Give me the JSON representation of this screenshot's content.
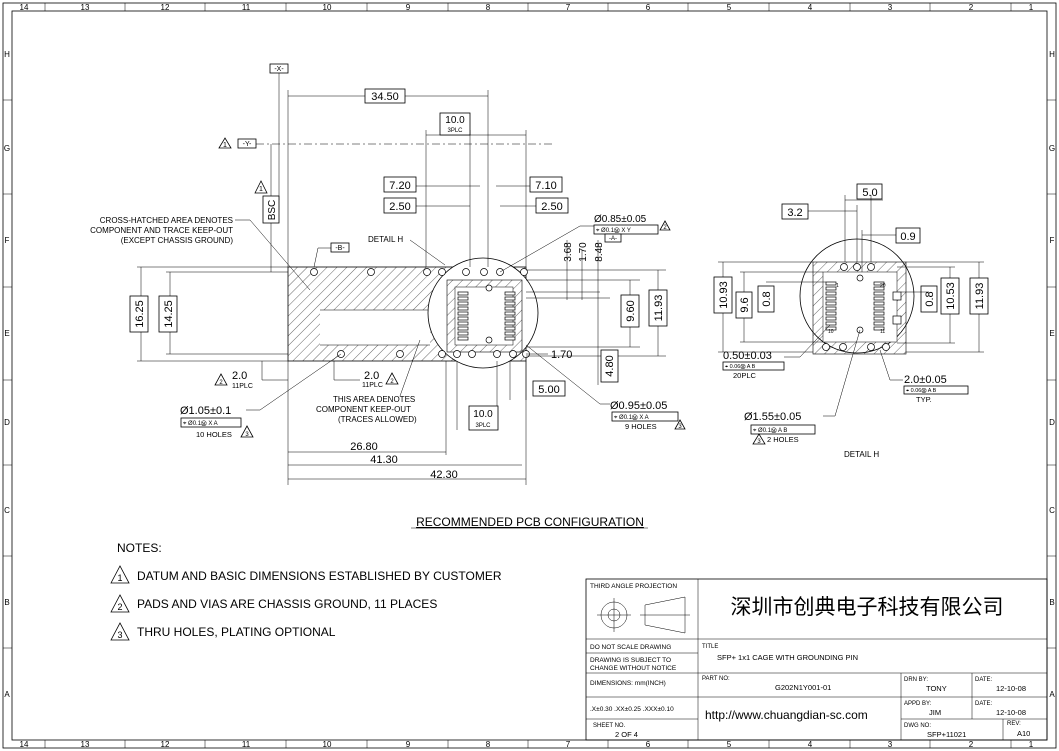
{
  "border": {
    "top_columns": [
      "14",
      "13",
      "12",
      "11",
      "10",
      "9",
      "8",
      "7",
      "6",
      "5",
      "4",
      "3",
      "2",
      "1"
    ],
    "bottom_columns": [
      "14",
      "13",
      "12",
      "11",
      "10",
      "9",
      "8",
      "7",
      "6",
      "5",
      "4",
      "3",
      "2",
      "1"
    ],
    "rows": [
      "H",
      "G",
      "F",
      "E",
      "D",
      "C",
      "B",
      "A"
    ]
  },
  "main_view": {
    "datum_x": "-X-",
    "datum_y": "-Y-",
    "datum_b": "-B-",
    "datum_a": "-A-",
    "bsc": "BSC",
    "flag1": "1",
    "flag2": "2",
    "flag3": "3",
    "dim_34_50": "34.50",
    "dim_10_0_top": "10.0",
    "dim_3plc_top": "3PLC",
    "dim_7_20": "7.20",
    "dim_7_10": "7.10",
    "dim_2_50_left": "2.50",
    "dim_2_50_right": "2.50",
    "dim_3_68": "3.68",
    "dim_1_70_v": "1.70",
    "dim_8_48": "8.48",
    "dim_16_25": "16.25",
    "dim_14_25": "14.25",
    "dim_9_60": "9.60",
    "dim_11_93": "11.93",
    "dim_1_70_h": "1.70",
    "dim_4_80": "4.80",
    "dim_5_00": "5.00",
    "dim_2_0_a": "2.0",
    "dim_11plc_a": "11PLC",
    "dim_2_0_b": "2.0",
    "dim_11plc_b": "11PLC",
    "dim_10_0_bot": "10.0",
    "dim_3plc_bot": "3PLC",
    "dim_26_80": "26.80",
    "dim_41_30": "41.30",
    "dim_42_30": "42.30",
    "hole_085": "Ø0.85±0.05",
    "fcf_085": "⌖ Ø0.1Ⓜ X Y",
    "hole_105": "Ø1.05±0.1",
    "fcf_105": "⌖ Ø0.1Ⓜ X A",
    "holes_10": "10 HOLES",
    "hole_095": "Ø0.95±0.05",
    "fcf_095": "⌖ Ø0.1Ⓜ X A",
    "holes_9": "9 HOLES",
    "note_hatched_1": "CROSS-HATCHED AREA DENOTES",
    "note_hatched_2": "COMPONENT AND TRACE KEEP-OUT",
    "note_hatched_3": "(EXCEPT CHASSIS GROUND)",
    "note_area_1": "THIS AREA DENOTES",
    "note_area_2": "COMPONENT KEEP-OUT",
    "note_area_3": "(TRACES ALLOWED)",
    "detail_h_label": "DETAIL  H",
    "caption": "RECOMMENDED  PCB  CONFIGURATION"
  },
  "detail_view": {
    "dim_5_0": "5.0",
    "dim_3_2": "3.2",
    "dim_0_9": "0.9",
    "dim_10_93": "10.93",
    "dim_9_6": "9.6",
    "dim_0_8_left": "0.8",
    "dim_0_8_right": "0.8",
    "dim_10_53": "10.53",
    "dim_11_93": "11.93",
    "pad_050": "0.50±0.03",
    "fcf_050": "⌖ 0.06Ⓜ A B",
    "plc_20": "20PLC",
    "pad_200": "2.0±0.05",
    "fcf_200": "⌖ 0.06Ⓜ A B",
    "typ": "TYP.",
    "hole_155": "Ø1.55±0.05",
    "fcf_155": "⌖ Ø0.1Ⓜ A B",
    "holes_2": "2  HOLES",
    "pin_1": "1",
    "pin_10": "10",
    "pin_11": "11",
    "pin_20": "20",
    "label": "DETAIL  H"
  },
  "notes": {
    "heading": "NOTES:",
    "items": [
      {
        "num": "1",
        "text": "DATUM  AND  BASIC  DIMENSIONS  ESTABLISHED  BY  CUSTOMER"
      },
      {
        "num": "2",
        "text": "PADS  AND  VIAS  ARE  CHASSIS  GROUND,  11  PLACES"
      },
      {
        "num": "3",
        "text": "THRU  HOLES,  PLATING  OPTIONAL"
      }
    ]
  },
  "title_block": {
    "projection": "THIRD ANGLE PROJECTION",
    "company": "深圳市创典电子科技有限公司",
    "do_not_scale": "DO NOT SCALE DRAWING",
    "subject_1": "DRAWING IS SUBJECT TO",
    "subject_2": "CHANGE WITHOUT NOTICE",
    "dimensions": "DIMENSIONS: mm(INCH)",
    "tolerances": ".X±0.30  .XX±0.25  .XXX±0.10",
    "sheet_no_label": "SHEET NO.",
    "sheet_no": "2 OF 4",
    "title_label": "TITLE",
    "title": "SFP+ 1x1 CAGE WITH GROUNDING PIN",
    "part_no_label": "PART NO:",
    "part_no": "G202N1Y001-01",
    "url": "http://www.chuangdian-sc.com",
    "drn_by_label": "DRN BY:",
    "drn_by": "TONY",
    "date1_label": "DATE:",
    "date1": "12-10-08",
    "appd_by_label": "APPD BY:",
    "appd_by": "JIM",
    "date2_label": "DATE:",
    "date2": "12-10-08",
    "dwg_no_label": "DWG NO:",
    "dwg_no": "SFP+11021",
    "rev_label": "REV:",
    "rev": "A10"
  }
}
